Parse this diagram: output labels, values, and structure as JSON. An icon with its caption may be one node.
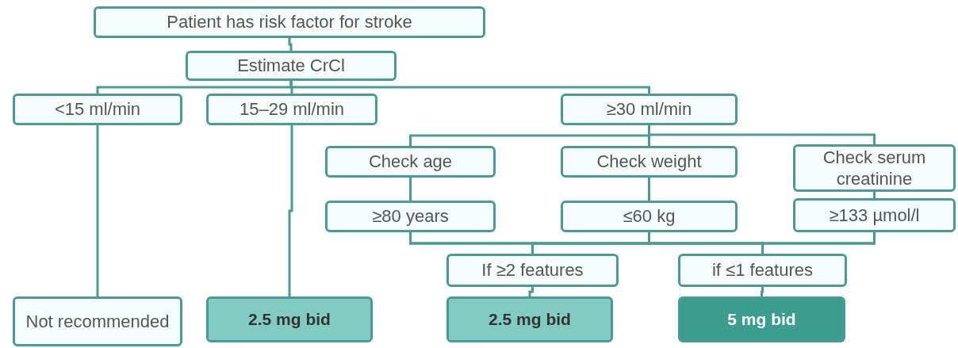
{
  "diagram": {
    "nodes": [
      {
        "text": [
          "Patient has risk factor for stroke"
        ]
      },
      {
        "text": [
          "Estimate CrCl"
        ]
      },
      {
        "text": [
          "<15 ml/min"
        ]
      },
      {
        "text": [
          "15–29 ml/min"
        ]
      },
      {
        "text": [
          "≥30 ml/min"
        ]
      },
      {
        "text": [
          "Check age"
        ]
      },
      {
        "text": [
          "Check weight"
        ]
      },
      {
        "text": [
          "Check serum creatinine"
        ]
      },
      {
        "text": [
          "≥80 years"
        ]
      },
      {
        "text": [
          "≤60 kg"
        ]
      },
      {
        "text": [
          "≥133 µmol/l"
        ]
      },
      {
        "text": [
          "If ≥2 features"
        ]
      },
      {
        "text": [
          "if ≤1 features"
        ]
      },
      {
        "text": [
          "Not recommended"
        ]
      },
      {
        "text": [
          "2.5 mg bid"
        ]
      },
      {
        "text": [
          "2.5 mg bid"
        ]
      },
      {
        "text": [
          "5 mg bid"
        ]
      }
    ],
    "edges": [
      {
        "from": 0,
        "to": 1,
        "arrow": "none"
      },
      {
        "from": 1,
        "to": 2,
        "arrow": "none"
      },
      {
        "from": 1,
        "to": 3,
        "arrow": "none"
      },
      {
        "from": 1,
        "to": 4,
        "arrow": "none"
      },
      {
        "from": 4,
        "to": 5,
        "arrow": "none"
      },
      {
        "from": 4,
        "to": 6,
        "arrow": "none"
      },
      {
        "from": 4,
        "to": 7,
        "arrow": "none"
      },
      {
        "from": 5,
        "to": 8,
        "arrow": "none"
      },
      {
        "from": 6,
        "to": 9,
        "arrow": "none"
      },
      {
        "from": 7,
        "to": 10,
        "arrow": "none"
      },
      {
        "from": 8,
        "to": 11,
        "arrow": "none"
      },
      {
        "from": 9,
        "to": 11,
        "arrow": "none"
      },
      {
        "from": 10,
        "to": 11,
        "arrow": "none"
      },
      {
        "from": 8,
        "to": 12,
        "arrow": "none"
      },
      {
        "from": 9,
        "to": 12,
        "arrow": "none"
      },
      {
        "from": 10,
        "to": 12,
        "arrow": "none"
      },
      {
        "from": 2,
        "to": 13,
        "arrow": "none"
      },
      {
        "from": 3,
        "to": 14,
        "arrow": "none"
      },
      {
        "from": 11,
        "to": 15,
        "arrow": "none"
      },
      {
        "from": 12,
        "to": 16,
        "arrow": "none"
      }
    ]
  }
}
